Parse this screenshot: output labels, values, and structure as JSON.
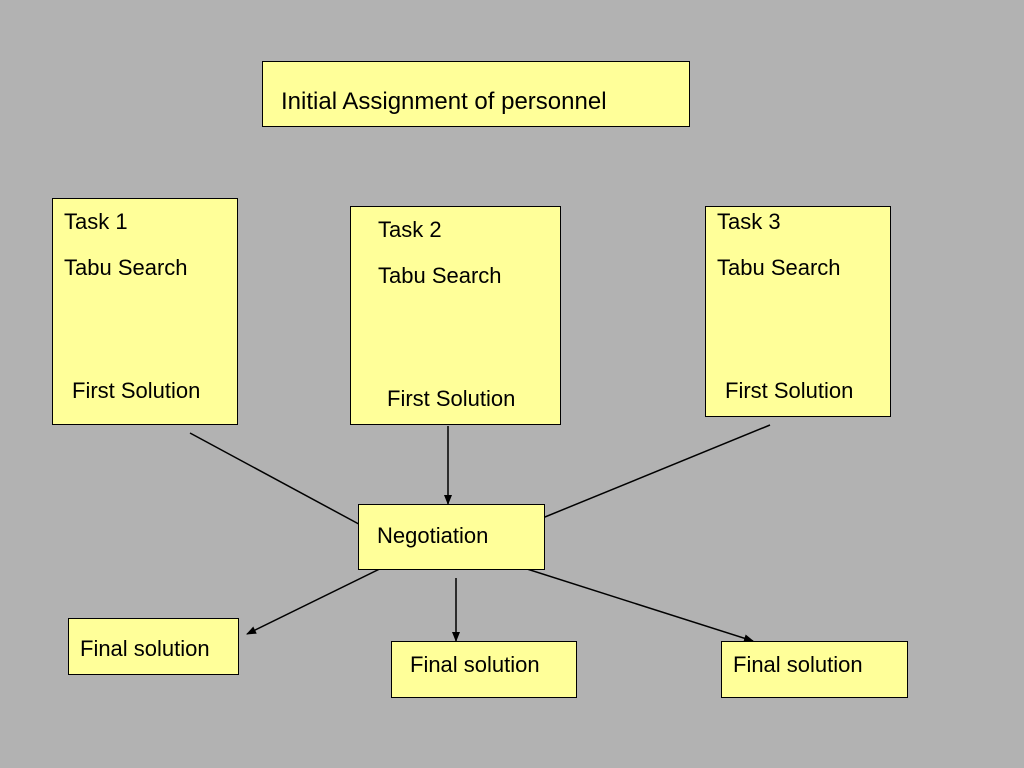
{
  "title": "Initial Assignment of personnel",
  "tasks": [
    {
      "name": "Task 1",
      "method": "Tabu Search",
      "result": "First Solution"
    },
    {
      "name": "Task 2",
      "method": "Tabu Search",
      "result": "First Solution"
    },
    {
      "name": "Task 3",
      "method": "Tabu Search",
      "result": "First Solution"
    }
  ],
  "negotiation": "Negotiation",
  "finals": [
    {
      "label": "Final solution"
    },
    {
      "label": "Final solution"
    },
    {
      "label": "Final solution"
    }
  ],
  "colors": {
    "background": "#b2b2b2",
    "box_fill": "#ffff99",
    "border": "#000000",
    "arrow": "#000000"
  }
}
